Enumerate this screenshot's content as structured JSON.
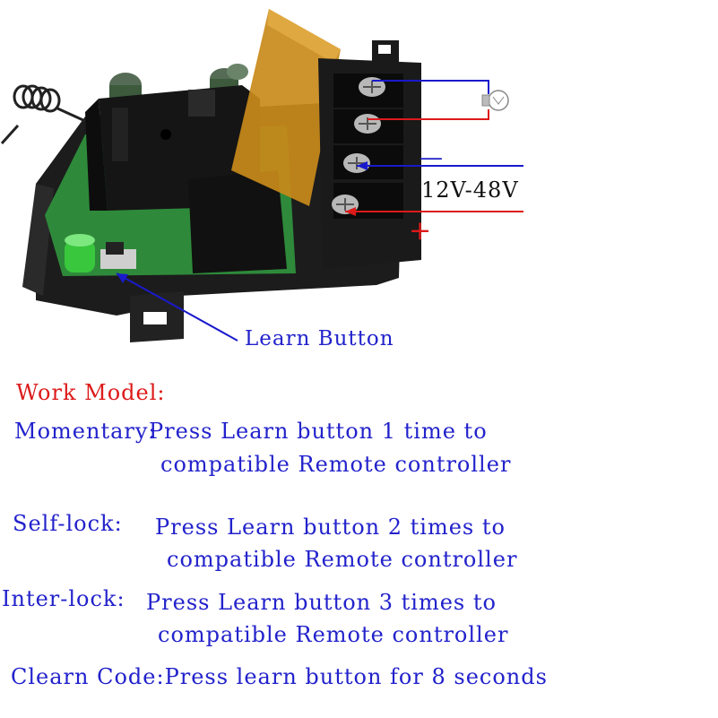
{
  "labels": {
    "voltage": "12V-48V",
    "minus": "—",
    "plus": "+",
    "learn_button": "Learn Button"
  },
  "work_model": {
    "title": "Work Model:",
    "modes": [
      {
        "name": "Momentary:",
        "line1": "Press Learn button 1 time to",
        "line2": "compatible Remote controller"
      },
      {
        "name": "Self-lock:",
        "line1": "Press Learn button 2 times  to",
        "line2": "compatible Remote controller"
      },
      {
        "name": "Inter-lock:",
        "line1": "Press Learn button 3 times  to",
        "line2": "compatible Remote controller"
      }
    ],
    "clear_code": "Clearn Code:Press learn button for 8 seconds"
  },
  "colors": {
    "text_blue": "#2222cc",
    "text_red": "#dd1a1a",
    "wire_blue": "#1a1acc",
    "wire_red": "#dd1a1a",
    "housing": "#1c1c1c",
    "cover_amber": "#c98a1a",
    "pcb_green": "#2e8a3a"
  },
  "icons": {
    "bulb": "light-bulb-icon",
    "antenna": "antenna-coil",
    "led": "green-led"
  }
}
